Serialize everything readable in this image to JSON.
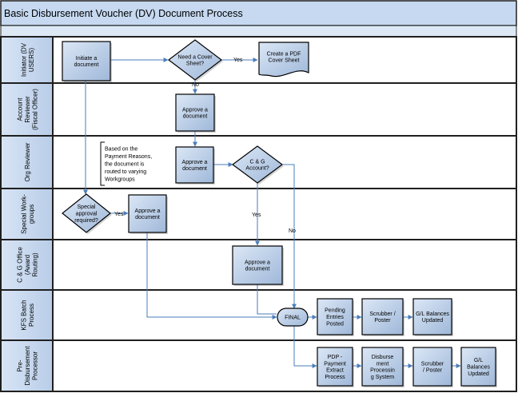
{
  "title": "Basic Disbursement Voucher (DV) Document Process",
  "lanes": [
    {
      "id": "initiator",
      "lines": [
        "Initiator (DV",
        "USERS)"
      ]
    },
    {
      "id": "account-reviewer",
      "lines": [
        "Account",
        "Reviewer",
        "(Fiscal Officer)"
      ]
    },
    {
      "id": "org-reviewer",
      "lines": [
        "Org Reviewer"
      ]
    },
    {
      "id": "special-workgroups",
      "lines": [
        "Special Work-",
        "groups"
      ]
    },
    {
      "id": "cg-office",
      "lines": [
        "C & G Office",
        "(Award",
        "Routing)"
      ]
    },
    {
      "id": "kfs-batch",
      "lines": [
        "KFS Batch",
        "Process"
      ]
    },
    {
      "id": "pre-disbursement",
      "lines": [
        "Pre-",
        "Disbursement",
        "Processor"
      ]
    }
  ],
  "nodes": {
    "initiate": {
      "lines": [
        "Initiate a",
        "document"
      ]
    },
    "cover_sheet_decision": {
      "lines": [
        "Need a  Cover",
        "Sheet?"
      ]
    },
    "create_pdf": {
      "lines": [
        "Create a PDF",
        "Cover Sheet"
      ]
    },
    "account_approve": {
      "lines": [
        "Approve a",
        "document"
      ]
    },
    "org_approve": {
      "lines": [
        "Approve a",
        "document"
      ]
    },
    "cg_decision": {
      "lines": [
        "C & G",
        "Account?"
      ]
    },
    "note": {
      "lines": [
        "Based on the",
        "Payment Reasons,",
        "the document is",
        "routed to varying",
        "Workgroups"
      ]
    },
    "special_decision": {
      "lines": [
        "Special",
        "approval",
        "required?"
      ]
    },
    "special_approve": {
      "lines": [
        "Approve a",
        "document"
      ]
    },
    "cg_approve": {
      "lines": [
        "Approve a",
        "document"
      ]
    },
    "final": {
      "lines": [
        "FINAL"
      ]
    },
    "pending": {
      "lines": [
        "Pending",
        "Entries",
        "Posted"
      ]
    },
    "scrubber1": {
      "lines": [
        "Scrubber /",
        "Poster"
      ]
    },
    "gl1": {
      "lines": [
        "G/L Balances",
        "Updated"
      ]
    },
    "pdp": {
      "lines": [
        "PDP -",
        "Payment",
        "Extract",
        "Process"
      ]
    },
    "disbursement": {
      "lines": [
        "Disburse",
        "ment",
        "Processin",
        "g System"
      ]
    },
    "scrubber2": {
      "lines": [
        "Scrubber",
        "/ Poster"
      ]
    },
    "gl2": {
      "lines": [
        "G/L",
        "Balances",
        "Updated"
      ]
    }
  },
  "edge_labels": {
    "yes_cover": "Yes",
    "no_cover": "No",
    "yes_special": "Yes",
    "yes_cg": "Yes",
    "no_cg": "No"
  },
  "colors": {
    "title_bar": "#c6d9f1",
    "lane_header": "#c6d9f1",
    "node_fill": "#c6d9f1",
    "node_stroke": "#000000",
    "arrow": "#4a7ebb"
  }
}
